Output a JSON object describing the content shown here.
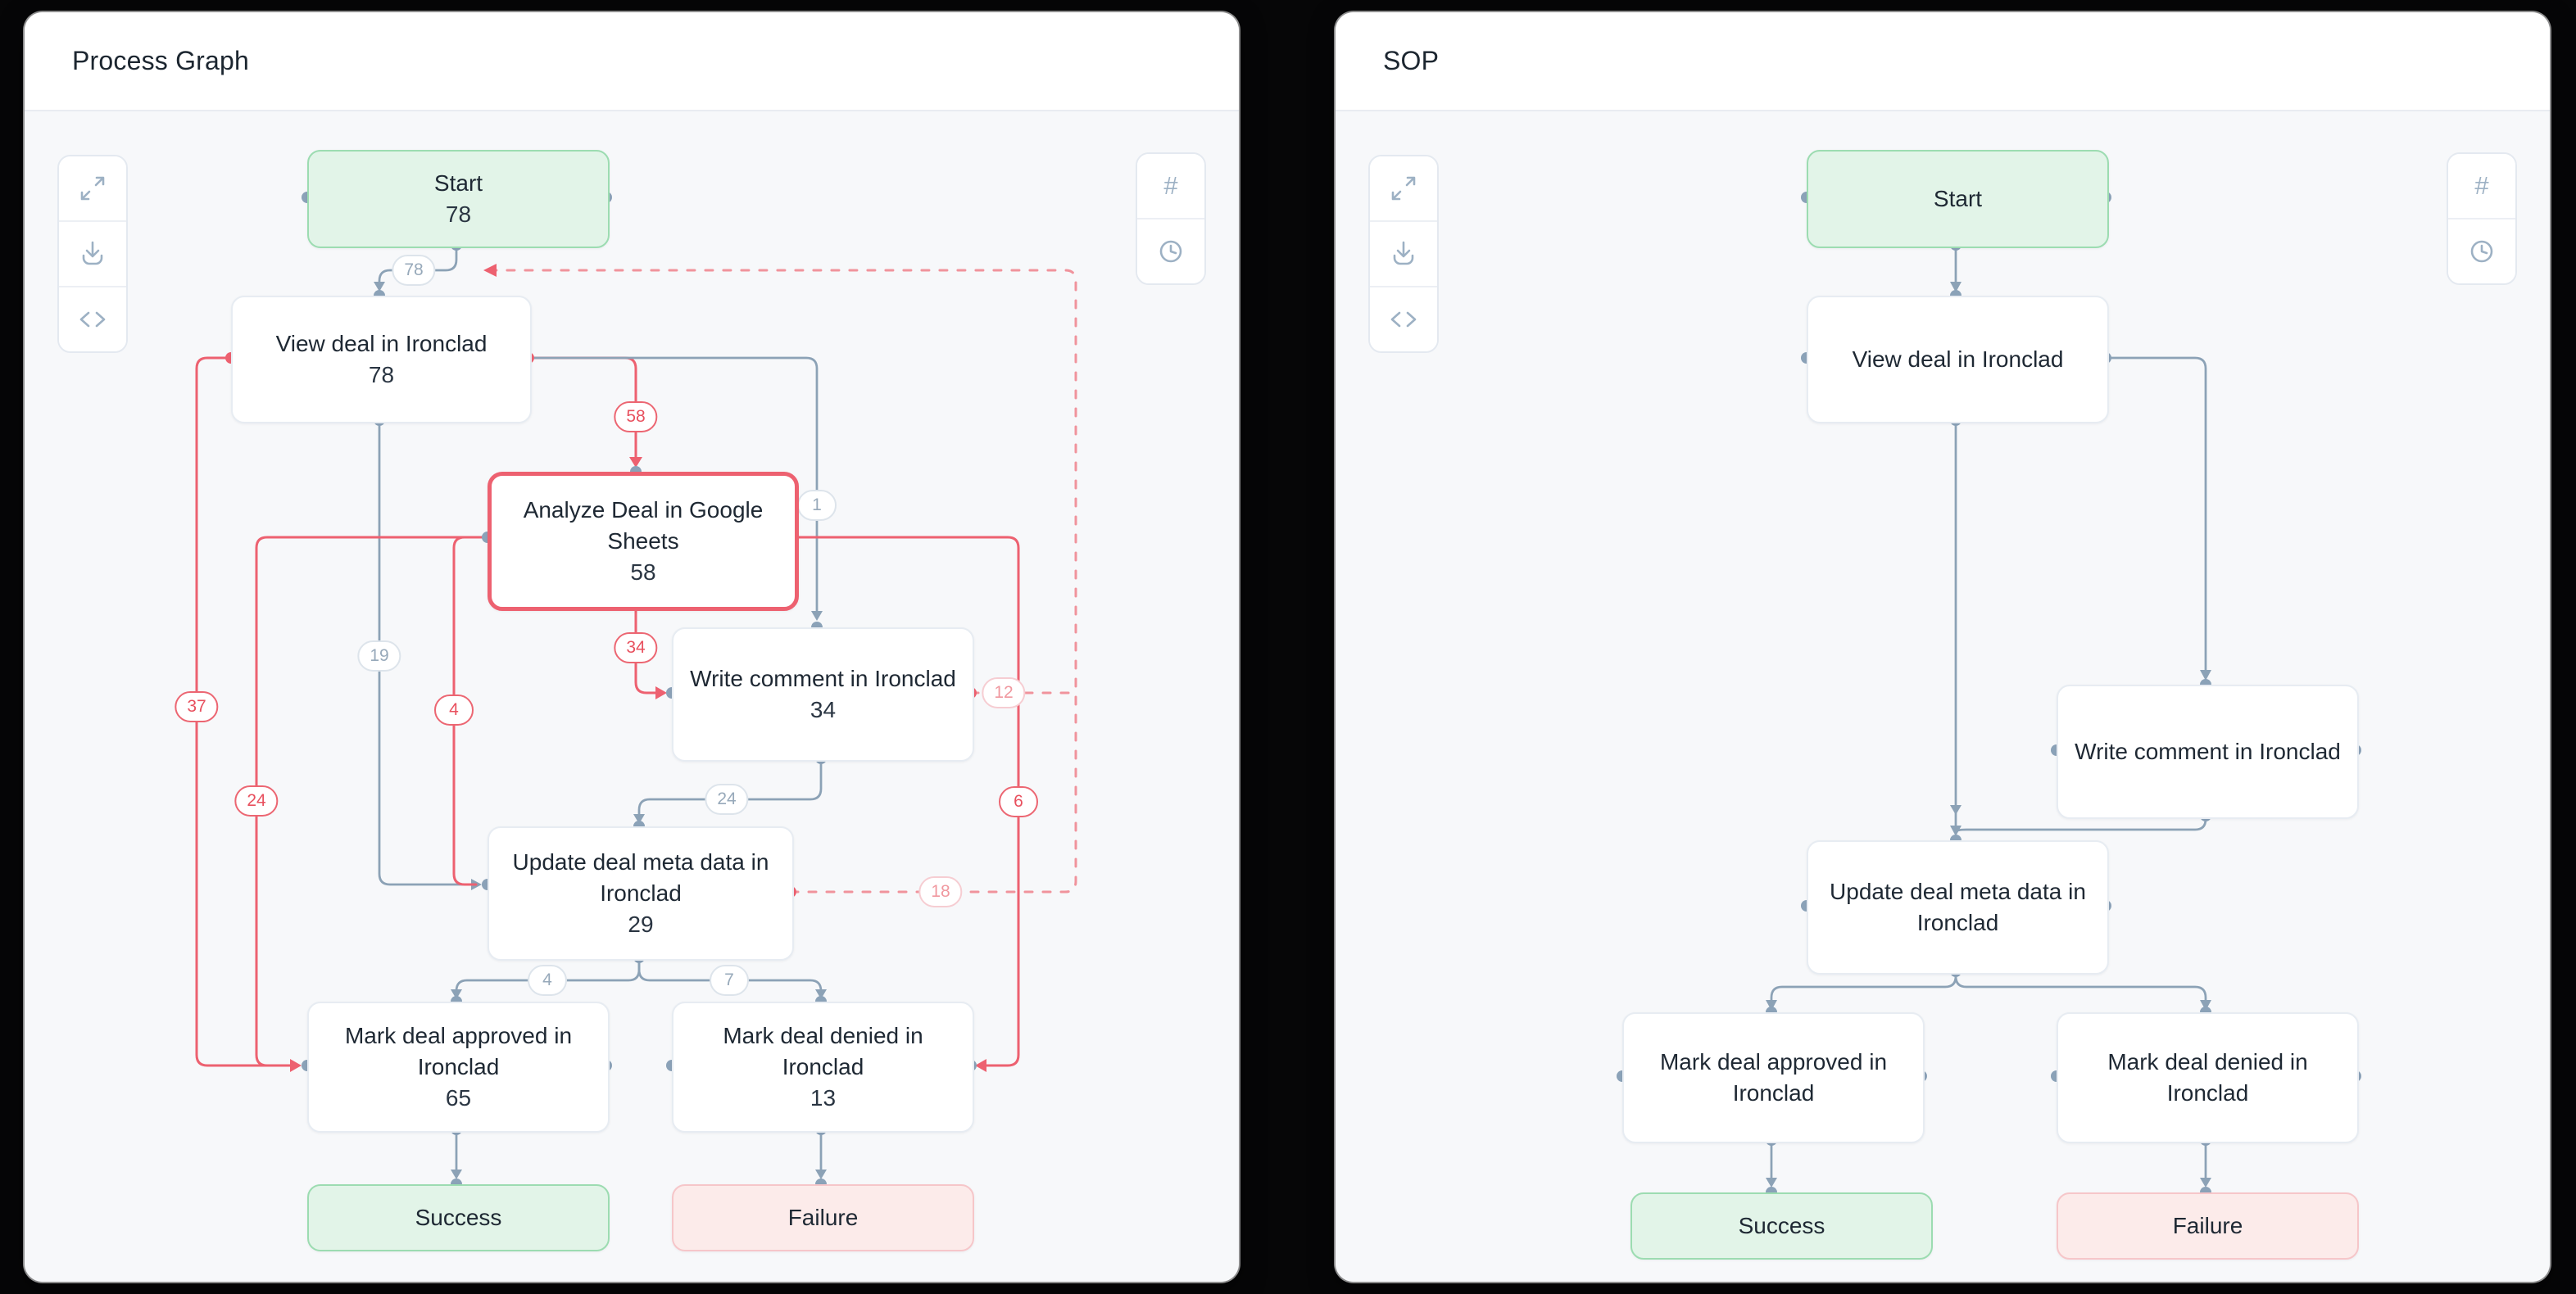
{
  "colors": {
    "accent_red": "#ED6170",
    "edge_slate": "#8CA2B6",
    "green_fill": "#E2F4E8",
    "green_border": "#9CDCB1",
    "pink_fill": "#FCEBEA",
    "pink_border": "#F6C6C9",
    "canvas_bg": "#F7F8FA"
  },
  "panels": [
    {
      "title": "Process Graph",
      "toolbar_left": [
        {
          "icon": "expand-icon"
        },
        {
          "icon": "download-icon"
        },
        {
          "icon": "code-icon"
        }
      ],
      "toolbar_right": [
        {
          "icon": "hash-icon",
          "glyph": "#"
        },
        {
          "icon": "clock-icon"
        }
      ],
      "nodes": {
        "start": {
          "label": "Start",
          "count": "78",
          "type": "start"
        },
        "view": {
          "label": "View deal in Ironclad",
          "count": "78",
          "type": "task"
        },
        "analyze": {
          "label": "Analyze Deal in Google Sheets",
          "count": "58",
          "type": "task-highlighted"
        },
        "write": {
          "label": "Write comment in Ironclad",
          "count": "34",
          "type": "task"
        },
        "update": {
          "label": "Update deal meta data in Ironclad",
          "count": "29",
          "type": "task"
        },
        "approved": {
          "label": "Mark deal approved in Ironclad",
          "count": "65",
          "type": "task"
        },
        "denied": {
          "label": "Mark deal denied in Ironclad",
          "count": "13",
          "type": "task"
        },
        "success": {
          "label": "Success",
          "type": "end-success"
        },
        "failure": {
          "label": "Failure",
          "type": "end-failure"
        }
      },
      "edges": [
        {
          "from": "Start",
          "to": "View deal in Ironclad",
          "count": "78",
          "style": "gray"
        },
        {
          "from": "View deal in Ironclad",
          "to": "Analyze Deal in Google Sheets",
          "count": "58",
          "style": "red"
        },
        {
          "from": "View deal in Ironclad",
          "to": "Write comment in Ironclad",
          "count": "1",
          "style": "gray"
        },
        {
          "from": "View deal in Ironclad",
          "to": "Update deal meta data in Ironclad",
          "count": "19",
          "style": "gray"
        },
        {
          "from": "View deal in Ironclad",
          "to": "Mark deal approved in Ironclad",
          "count": "37",
          "style": "red"
        },
        {
          "from": "Analyze Deal in Google Sheets",
          "to": "Mark deal approved in Ironclad",
          "count": "24",
          "style": "red"
        },
        {
          "from": "Analyze Deal in Google Sheets",
          "to": "Update deal meta data in Ironclad",
          "count": "4",
          "style": "red"
        },
        {
          "from": "Analyze Deal in Google Sheets",
          "to": "Write comment in Ironclad",
          "count": "34",
          "style": "red"
        },
        {
          "from": "Analyze Deal in Google Sheets",
          "to": "Mark deal denied in Ironclad",
          "count": "6",
          "style": "red"
        },
        {
          "from": "Write comment in Ironclad",
          "to": "Update deal meta data in Ironclad",
          "count": "24",
          "style": "gray"
        },
        {
          "from": "Write comment in Ironclad",
          "to": "View deal in Ironclad",
          "count": "12",
          "style": "red-dashed-loop"
        },
        {
          "from": "Update deal meta data in Ironclad",
          "to": "View deal in Ironclad",
          "count": "18",
          "style": "red-dashed-loop"
        },
        {
          "from": "Update deal meta data in Ironclad",
          "to": "Mark deal approved in Ironclad",
          "count": "4",
          "style": "gray"
        },
        {
          "from": "Update deal meta data in Ironclad",
          "to": "Mark deal denied in Ironclad",
          "count": "7",
          "style": "gray"
        },
        {
          "from": "Mark deal approved in Ironclad",
          "to": "Success",
          "count": "",
          "style": "gray"
        },
        {
          "from": "Mark deal denied in Ironclad",
          "to": "Failure",
          "count": "",
          "style": "gray"
        }
      ]
    },
    {
      "title": "SOP",
      "toolbar_left": [
        {
          "icon": "expand-icon"
        },
        {
          "icon": "download-icon"
        },
        {
          "icon": "code-icon"
        }
      ],
      "toolbar_right": [
        {
          "icon": "hash-icon",
          "glyph": "#"
        },
        {
          "icon": "clock-icon"
        }
      ],
      "nodes": {
        "start": {
          "label": "Start",
          "type": "start"
        },
        "view": {
          "label": "View deal in Ironclad",
          "type": "task"
        },
        "write": {
          "label": "Write comment in Ironclad",
          "type": "task"
        },
        "update": {
          "label": "Update deal meta data in Ironclad",
          "type": "task"
        },
        "approved": {
          "label": "Mark deal approved in Ironclad",
          "type": "task"
        },
        "denied": {
          "label": "Mark deal denied in Ironclad",
          "type": "task"
        },
        "success": {
          "label": "Success",
          "type": "end-success"
        },
        "failure": {
          "label": "Failure",
          "type": "end-failure"
        }
      },
      "edges": [
        {
          "from": "Start",
          "to": "View deal in Ironclad",
          "style": "gray"
        },
        {
          "from": "View deal in Ironclad",
          "to": "Write comment in Ironclad",
          "style": "gray"
        },
        {
          "from": "View deal in Ironclad",
          "to": "Update deal meta data in Ironclad",
          "style": "gray"
        },
        {
          "from": "Write comment in Ironclad",
          "to": "Update deal meta data in Ironclad",
          "style": "gray"
        },
        {
          "from": "Update deal meta data in Ironclad",
          "to": "Mark deal approved in Ironclad",
          "style": "gray"
        },
        {
          "from": "Update deal meta data in Ironclad",
          "to": "Mark deal denied in Ironclad",
          "style": "gray"
        },
        {
          "from": "Mark deal approved in Ironclad",
          "to": "Success",
          "style": "gray"
        },
        {
          "from": "Mark deal denied in Ironclad",
          "to": "Failure",
          "style": "gray"
        }
      ]
    }
  ]
}
